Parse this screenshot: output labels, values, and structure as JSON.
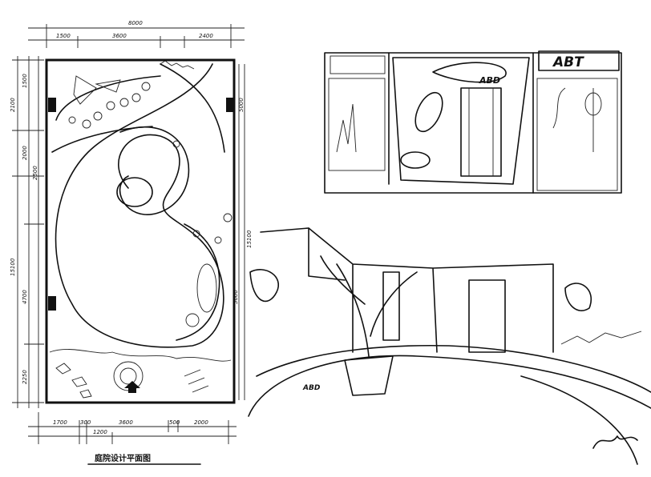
{
  "plan": {
    "caption": "庭院设计平面图",
    "top_dims": {
      "overall": "8000",
      "segments": [
        "1500",
        "3600",
        "2400"
      ]
    },
    "bottom_dims": {
      "segments": [
        "1700",
        "300",
        "3600",
        "500",
        "2000"
      ],
      "sub": "1200"
    },
    "left_dims": {
      "overall": "15100",
      "segments": [
        "2100",
        "1500",
        "2000",
        "2500",
        "4700",
        "2250"
      ]
    },
    "right_dims": [
      "5000",
      "3600",
      "15100"
    ],
    "entrance_icon": "entrance-arrow-icon"
  },
  "elevation": {
    "sign_left": "ABD",
    "sign_right": "ABT"
  },
  "perspective": {
    "planter_sign": "ABD",
    "signature": "签名"
  }
}
